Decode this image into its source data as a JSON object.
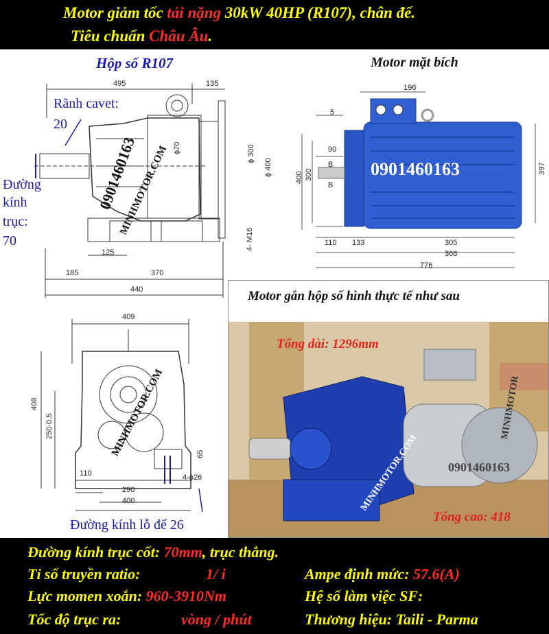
{
  "header": {
    "line1_a": "Motor giảm tốc ",
    "line1_b": "tải nặng",
    "line1_c": " 30kW 40HP  (R107), chân đế.",
    "line2_a": "Tiêu chuẩn ",
    "line2_b": "Châu Âu",
    "line2_c": "."
  },
  "gearbox_drawing": {
    "title": "Hộp số R107",
    "dims": {
      "d495": "495",
      "d135": "135",
      "d300": "ϕ 300",
      "d400": "ϕ 400",
      "d125": "125",
      "d185": "185",
      "d370": "370",
      "d440": "440",
      "m16": "4- M16",
      "d70": "ϕ70"
    },
    "note_keyway_1": "Rãnh cavet:",
    "note_keyway_2": "20",
    "note_shaft_1": "Đường",
    "note_shaft_2": "kính",
    "note_shaft_3": "trục:",
    "note_shaft_4": "70",
    "watermark_phone": "0901460163",
    "watermark_site": "MINHMOTOR.COM"
  },
  "motor_drawing": {
    "title": "Motor mặt bích",
    "dims": {
      "d196": "196",
      "d5": "5",
      "d90": "90",
      "b1": "B",
      "b2": "B",
      "d400": "400",
      "d300": "300",
      "d397": "397",
      "d110": "110",
      "d133": "133",
      "d305": "305",
      "d368": "368",
      "d776": "776"
    },
    "phone": "0901460163"
  },
  "front_drawing": {
    "dims": {
      "d409": "409",
      "d408": "408",
      "d250": "250-0.5",
      "d65": "65",
      "d110": "110",
      "d290": "290",
      "d400": "400",
      "d26": "4-ϕ26"
    },
    "watermark_site": "MINHMOTOR.COM",
    "note_foot_hole": "Đường kính lỗ đế 26"
  },
  "photo": {
    "title": "Motor gắn hộp số hình thực tế như sau",
    "total_length": "Tổng dài: 1296mm",
    "total_height": "Tổng cao: 418",
    "watermark_site1": "MINHMOTOR",
    "watermark_phone": "0901460163",
    "watermark_site2": "MINHMOTOR.COM"
  },
  "specs": {
    "shaft_label": "Đường kính trục cốt: ",
    "shaft_value": "70mm",
    "shaft_suffix": ", trục thẳng.",
    "ratio_label": "Tỉ số truyền ratio:",
    "ratio_value": "1/ i",
    "amp_label": "Ampe định mức: ",
    "amp_value": "57.6(A)",
    "torque_label": "Lực momen xoắn: ",
    "torque_value": "960-3910Nm",
    "sf_label": "Hệ số làm việc SF:",
    "speed_label": "Tốc độ trục ra:",
    "speed_value": "vòng / phút",
    "brand_label": "Thương hiệu: Taili - Parma"
  },
  "colors": {
    "motor_blue": "#2f5fd0",
    "header_yellow": "#ffff00",
    "header_red": "#ff2a2a",
    "note_blue": "#1a1aa8"
  }
}
